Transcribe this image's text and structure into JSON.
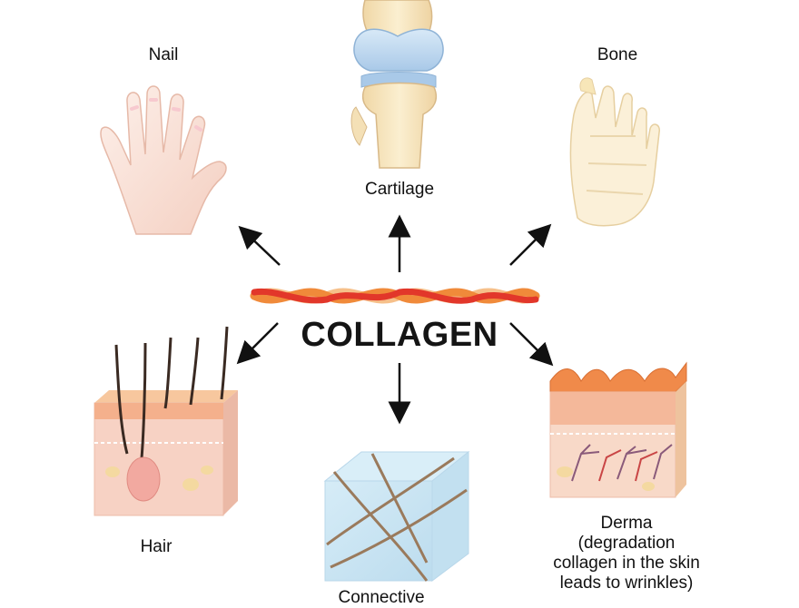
{
  "title": "COLLAGEN",
  "labels": {
    "nail": "Nail",
    "cartilage": "Cartilage",
    "bone": "Bone",
    "hair": "Hair",
    "connective": "Connective",
    "derma_lines": [
      "Derma",
      "(degradation",
      "collagen in the skin",
      "leads to wrinkles)"
    ]
  },
  "colors": {
    "fiber_red": "#e2372a",
    "fiber_orange": "#f08a3a",
    "fiber_light": "#f6c08a",
    "skin": "#f6d2c0",
    "bone": "#f7e6b8",
    "cartilage": "#bcd7ef",
    "arrow": "#111111"
  }
}
